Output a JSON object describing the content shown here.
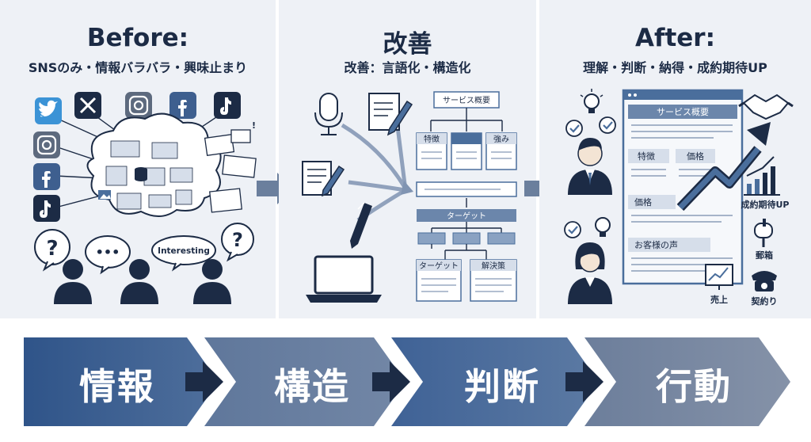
{
  "panels": {
    "before": {
      "title": "Before:",
      "subtitle": "SNSのみ・情報バラバラ・興味止まり",
      "bubble_text": "Interesting",
      "question_mark": "?",
      "ellipsis": "•••"
    },
    "improve": {
      "title": "改善",
      "subtitle": "改善：言語化・構造化",
      "diagram": {
        "top": "サービス概要",
        "row1": [
          "特徴",
          "",
          "強み"
        ],
        "target": "ターゲット",
        "bottom": [
          "ターゲット",
          "解決策"
        ]
      }
    },
    "after": {
      "title": "After:",
      "subtitle": "理解・判断・納得・成約期待UP",
      "page_sections": {
        "header": "サービス概要",
        "feature": "特徴",
        "price_tag": "価格",
        "price": "価格",
        "voice": "お客様の声"
      },
      "labels": {
        "growth": "成約期待UP",
        "mailbox": "郵箱",
        "sales": "売上",
        "contract": "契約り"
      }
    }
  },
  "flow": [
    "情報",
    "構造",
    "判断",
    "行動"
  ],
  "colors": {
    "navy": "#1c2b45",
    "panel_bg": "#eef1f6",
    "blue": "#4a6e9c",
    "steel": "#6b7f9d",
    "twitter": "#3b93d6"
  }
}
